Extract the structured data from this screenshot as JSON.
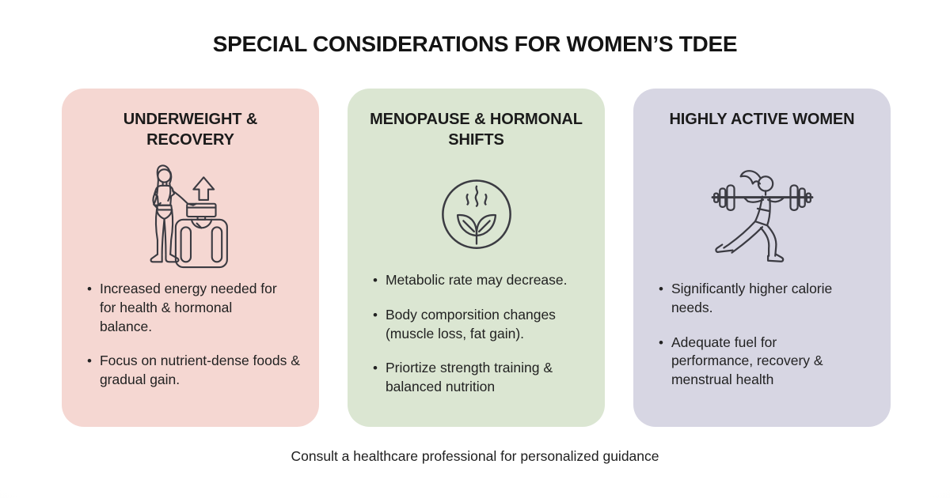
{
  "page": {
    "title": "SPECIAL CONSIDERATIONS FOR WOMEN’S TDEE",
    "footer": "Consult a healthcare professional for personalized guidance"
  },
  "cards": [
    {
      "title": "UNDERWEIGHT & RECOVERY",
      "bg_color": "#f5d7d2",
      "icon": "woman-scale-up-arrow-illustration",
      "bullets": [
        "Increased energy needed for\nfor health & hormonal\nbalance.",
        "Focus on nutrient-dense foods &\ngradual gain."
      ]
    },
    {
      "title": "MENOPAUSE & HORMONAL SHIFTS",
      "bg_color": "#dbe6d2",
      "icon": "plant-steam-circle-icon",
      "bullets": [
        "Metabolic rate may decrease.",
        "Body comporsition changes\n(muscle loss, fat gain).",
        "Priortize strength training &\nbalanced nutrition"
      ]
    },
    {
      "title": "HIGHLY ACTIVE WOMEN",
      "bg_color": "#d7d6e3",
      "icon": "woman-lunging-barbell-illustration",
      "bullets": [
        "Significantly higher calorie\nneeds.",
        "Adequate fuel for\nperformance, recovery &\nmenstrual health"
      ]
    }
  ],
  "colors": {
    "card_pink": "#f5d7d2",
    "card_green": "#dbe6d2",
    "card_lavender": "#d7d6e3",
    "line_art": "#3b3b42",
    "title_text": "#141414",
    "body_text": "#222222"
  }
}
